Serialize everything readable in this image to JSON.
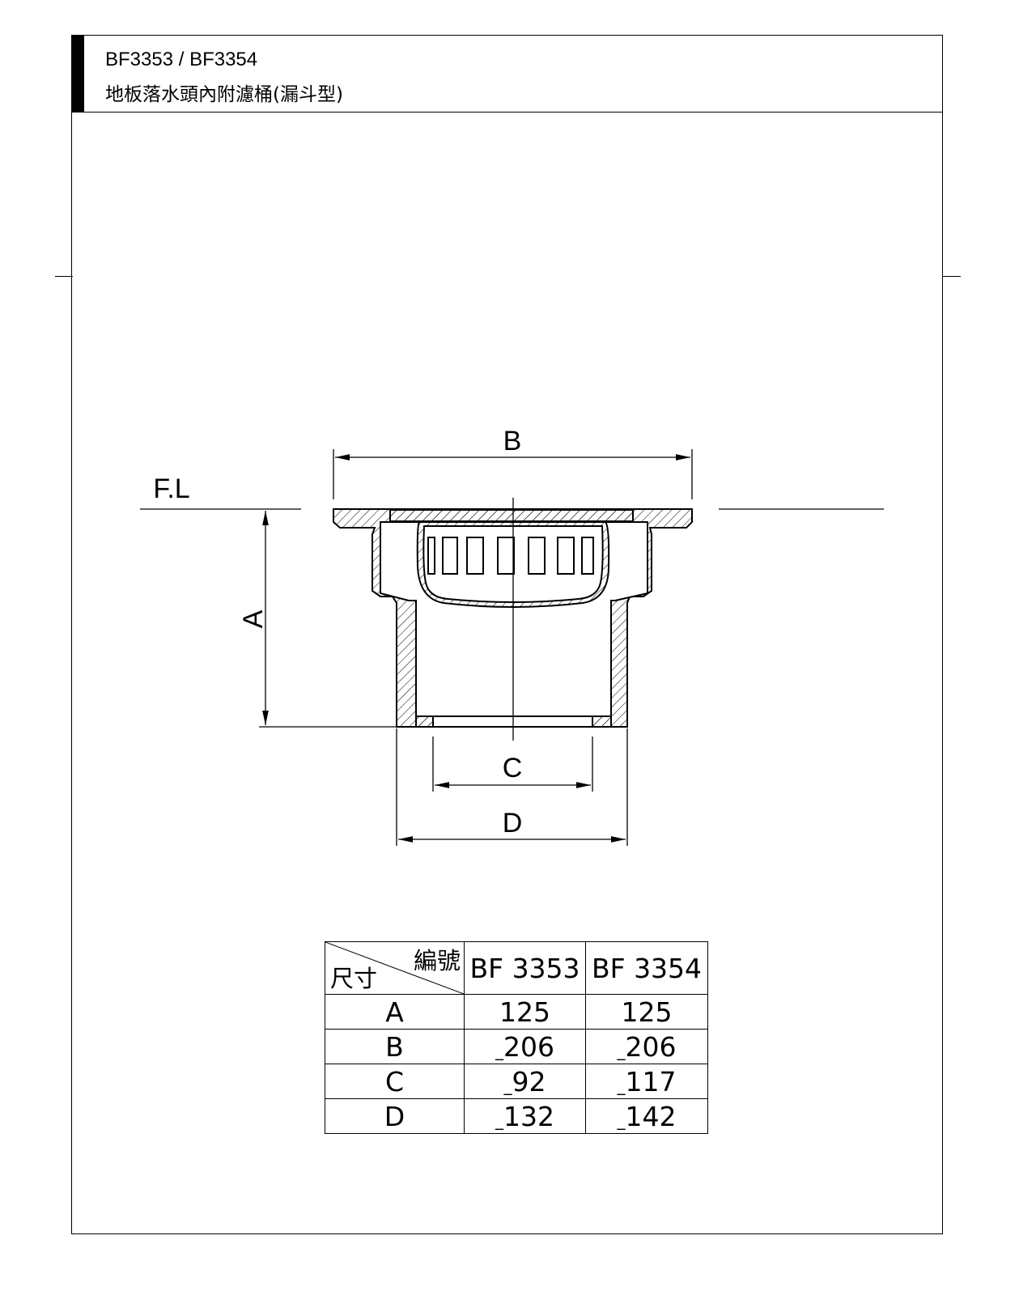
{
  "header": {
    "model": "BF3353 / BF3354",
    "title": "地板落水頭內附濾桶(漏斗型)"
  },
  "drawing": {
    "fl_label": "F.L",
    "dim_labels": {
      "A": "A",
      "B": "B",
      "C": "C",
      "D": "D"
    }
  },
  "table": {
    "corner_top": "編號",
    "corner_bottom": "尺寸",
    "columns": [
      "BF 3353",
      "BF 3354"
    ],
    "rows": [
      {
        "label": "A",
        "values": [
          "125",
          "125"
        ],
        "prefix": [
          "",
          ""
        ]
      },
      {
        "label": "B",
        "values": [
          "206",
          "206"
        ],
        "prefix": [
          "_",
          "_"
        ]
      },
      {
        "label": "C",
        "values": [
          "92",
          "117"
        ],
        "prefix": [
          "_",
          "_"
        ]
      },
      {
        "label": "D",
        "values": [
          "132",
          "142"
        ],
        "prefix": [
          "_",
          "_"
        ]
      }
    ]
  }
}
